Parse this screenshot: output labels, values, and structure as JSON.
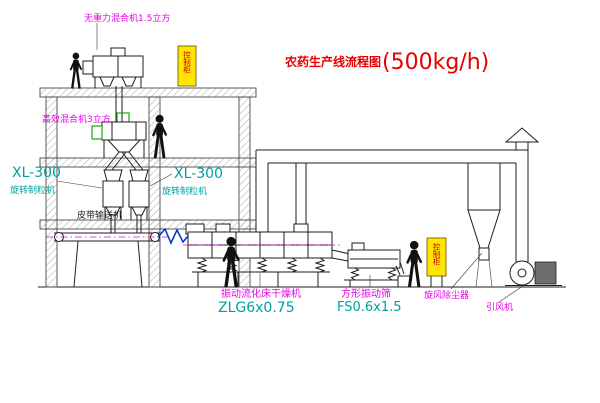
{
  "title": {
    "main": "农药生产线流程图",
    "capacity": "(500kg/h)"
  },
  "labels": {
    "mixer_top": "无重力混合机1.5立方",
    "mixer_2f": "高效混合机3立方",
    "gran_left_model": "XL-300",
    "gran_left_name": "旋转制粒机",
    "gran_mid_model": "XL-300",
    "gran_mid_name": "旋转制粒机",
    "belt_conveyor": "皮带输送机",
    "dryer_name": "振动流化床干燥机",
    "dryer_model": "ZLG6x0.75",
    "sieve_name": "方形振动筛",
    "sieve_model": "FS0.6x1.5",
    "cyclone": "旋风除尘器",
    "fan": "引风机",
    "panel1": "控制柜",
    "panel2": "控制柜"
  },
  "colors": {
    "label_magenta": "#E800E8",
    "model_cyan": "#00A0A0",
    "title_red": "#E60000",
    "panel_yellow": "#FFE600",
    "panel_text_red": "#CC0000",
    "highlight_green": "#00A000",
    "flex_blue": "#0033CC"
  }
}
